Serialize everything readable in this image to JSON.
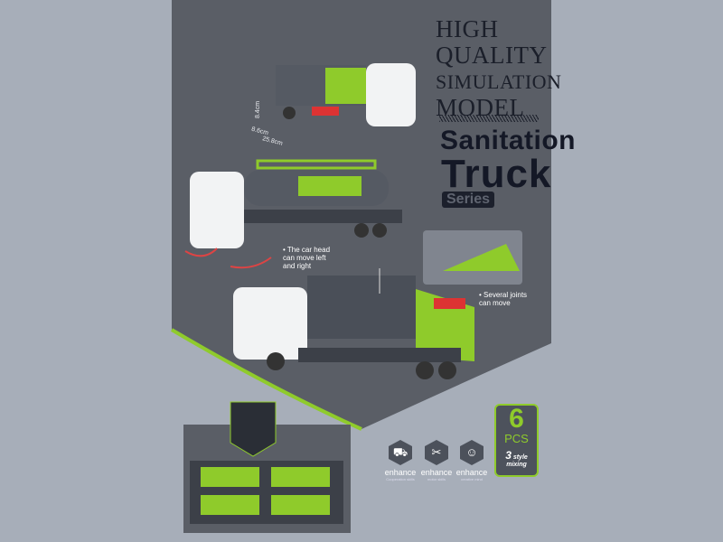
{
  "title": {
    "lines": [
      "HIGH",
      "QUALITY",
      "SIMULATION",
      "MODEL"
    ],
    "product": "Sanitation",
    "truck": "Truck",
    "series": "Series"
  },
  "dimensions": {
    "height": "8.4cm",
    "width": "8.6cm",
    "length": "25.8cm"
  },
  "notes": {
    "head": [
      "The car head",
      "can move left",
      "and right"
    ],
    "joints": [
      "Several joints",
      "can move"
    ]
  },
  "features": [
    {
      "label": "enhance",
      "sub": "Cooperation skills",
      "icon": "forklift-icon"
    },
    {
      "label": "enhance",
      "sub": "motor skills",
      "icon": "tools-icon"
    },
    {
      "label": "enhance",
      "sub": "creative mind",
      "icon": "brain-icon"
    }
  ],
  "pack": {
    "count": "6",
    "unit": "PCS",
    "mix_num": "3",
    "mix_text": "style mixing"
  },
  "colors": {
    "dark": "#5a5e66",
    "light": "#a7aeb9",
    "accent": "#8fcb2b",
    "text": "#141826"
  }
}
